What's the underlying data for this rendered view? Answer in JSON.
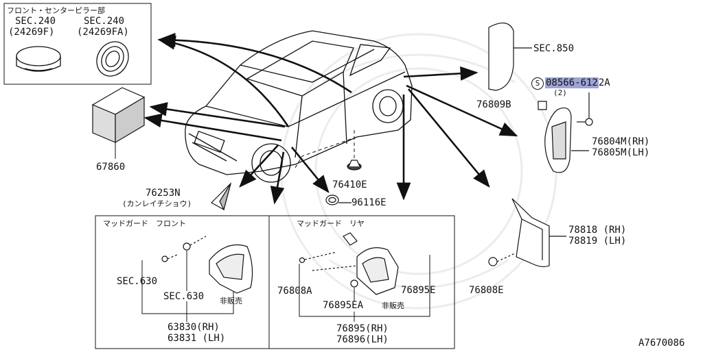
{
  "inset_top_left": {
    "title": "フロント・センターピラー部",
    "ref_left": "SEC.240",
    "part_left": "(24269F)",
    "ref_right": "SEC.240",
    "part_right": "(24269FA)"
  },
  "parts": {
    "p67860": "67860",
    "p76253n": "76253N",
    "p76253n_note": "(カンレイチショウ)",
    "p76410e": "76410E",
    "p96116e": "96116E",
    "sec850": "SEC.850",
    "bolt_prefix": "S",
    "bolt_code": "08566-612",
    "bolt_suffix": "2A",
    "bolt_qty": "(2)",
    "p76809b": "76809B",
    "p76804m": "76804M(RH)",
    "p76805m": "76805M(LH)",
    "p78818": "78818 (RH)",
    "p78819": "78819 (LH)",
    "p76808e": "76808E"
  },
  "front_box": {
    "title": "マッドガード　フロント",
    "sec630_a": "SEC.630",
    "sec630_b": "SEC.630",
    "not_sold": "非販売",
    "p63830": "63830(RH)",
    "p63831": "63831 (LH)"
  },
  "rear_box": {
    "title": "マッドガード　リヤ",
    "p76808a": "76808A",
    "p76895ea": "76895EA",
    "not_sold": "非販売",
    "p76895e": "76895E",
    "p76895": "76895(RH)",
    "p76896": "76896(LH)"
  },
  "diagram_id": "A7670086",
  "colors": {
    "highlight": "#9fa4d6",
    "line": "#111111"
  }
}
